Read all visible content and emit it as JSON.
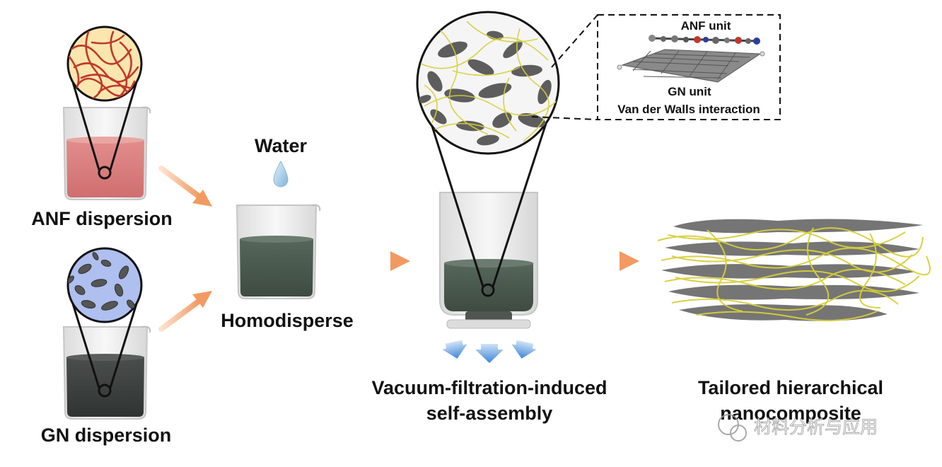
{
  "labels": {
    "anf_dispersion": "ANF dispersion",
    "gn_dispersion": "GN dispersion",
    "water": "Water",
    "homodisperse": "Homodisperse",
    "vacuum_line1": "Vacuum-filtration-induced",
    "vacuum_line2": "self-assembly",
    "tailored_line1": "Tailored hierarchical",
    "tailored_line2": "nanocomposite"
  },
  "inset": {
    "anf_unit": "ANF unit",
    "gn_unit": "GN unit",
    "interaction": "Van der Walls interaction"
  },
  "watermark": "材料分析与应用",
  "colors": {
    "anf_liquid": "#d9787a",
    "anf_circle_bg": "#fbe6b0",
    "anf_fiber": "#c0392b",
    "gn_circle_bg": "#aebff0",
    "dark_liquid": "#3b3f3d",
    "homo_liquid": "#4b5a4e",
    "arrow": "#f4a87a",
    "flow_arrow": "#4a8fd9",
    "fiber_yellow": "#d8cf3a",
    "flake_gray": "#5d5d5d"
  }
}
